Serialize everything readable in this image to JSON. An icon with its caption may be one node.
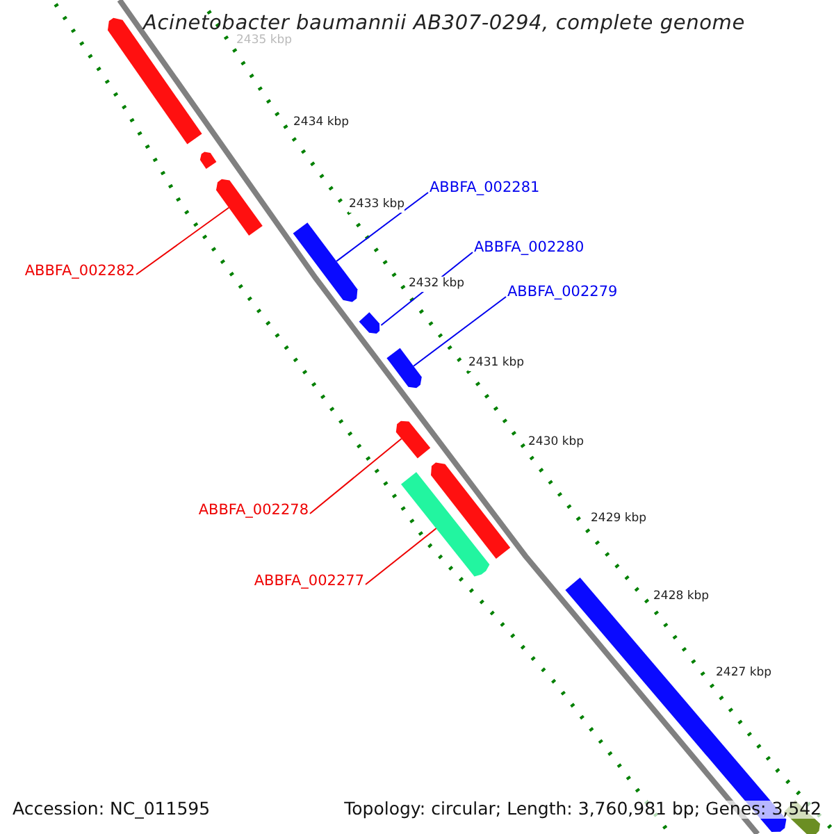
{
  "diagram": {
    "title": "Acinetobacter baumannii AB307-0294, complete genome",
    "nodes": [
      {
        "text": [
          "ABBFA_002281"
        ]
      },
      {
        "text": [
          "ABBFA_002280"
        ]
      },
      {
        "text": [
          "ABBFA_002279"
        ]
      },
      {
        "text": [
          "ABBFA_002282"
        ]
      },
      {
        "text": [
          "ABBFA_002278"
        ]
      },
      {
        "text": [
          "ABBFA_002277"
        ]
      },
      {
        "text": [],
        "shape": "bar"
      },
      {
        "text": [],
        "shape": "bar"
      },
      {
        "text": [],
        "shape": "bar"
      },
      {
        "text": [],
        "shape": "bar"
      },
      {
        "text": [],
        "shape": "bar"
      },
      {
        "text": [],
        "shape": "bar"
      }
    ],
    "edges": [
      {
        "from": 0,
        "to": 7,
        "arrow": "none",
        "color": "#0000ee"
      },
      {
        "from": 1,
        "to": 8,
        "arrow": "none",
        "color": "#0000ee"
      },
      {
        "from": 2,
        "to": 9,
        "arrow": "none",
        "color": "#0000ee"
      },
      {
        "from": 3,
        "to": 6,
        "arrow": "none",
        "color": "#ee0000"
      },
      {
        "from": 4,
        "to": 10,
        "arrow": "none",
        "color": "#ee0000"
      },
      {
        "from": 5,
        "to": 11,
        "arrow": "none",
        "color": "#ee0000"
      }
    ],
    "labels": [
      "2435 kbp",
      "2434 kbp",
      "2433 kbp",
      "2432 kbp",
      "2431 kbp",
      "2430 kbp",
      "2429 kbp",
      "2428 kbp",
      "2427 kbp",
      "Accession: NC_011595",
      "Topology: circular; Length: 3,760,981 bp; Genes: 3,542"
    ]
  }
}
